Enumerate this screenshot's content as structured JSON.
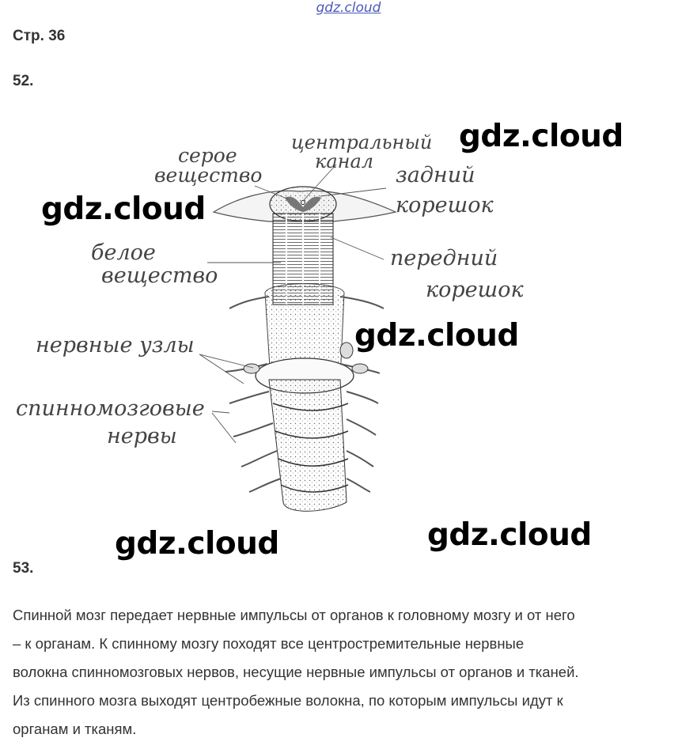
{
  "header": {
    "watermark": "gdz.cloud",
    "page": "Стр. 36"
  },
  "task52": {
    "number": "52.",
    "labels": {
      "grey_matter_1": "серое",
      "grey_matter_2": "вещество",
      "central_canal_1": "центральный",
      "central_canal_2": "канал",
      "dorsal_root_1": "задний",
      "dorsal_root_2": "корешок",
      "white_matter_1": "белое",
      "white_matter_2": "вещество",
      "ventral_root_1": "передний",
      "ventral_root_2": "корешок",
      "ganglia": "нервные узлы",
      "spinal_nerves_1": "спинномозговые",
      "spinal_nerves_2": "нервы"
    }
  },
  "watermarks": [
    "gdz.cloud",
    "gdz.cloud",
    "gdz.cloud",
    "gdz.cloud",
    "gdz.cloud"
  ],
  "task53": {
    "number": "53.",
    "lines": [
      "Спинной мозг передает нервные импульсы от органов к головному мозгу и от него",
      "– к органам. К спинному мозгу походят все центростремительные нервные",
      "волокна спинномозговых нервов, несущие нервные импульсы от органов и тканей.",
      "Из спинного мозга выходят центробежные волокна, по которым импульсы идут к",
      "органам и тканям."
    ]
  }
}
